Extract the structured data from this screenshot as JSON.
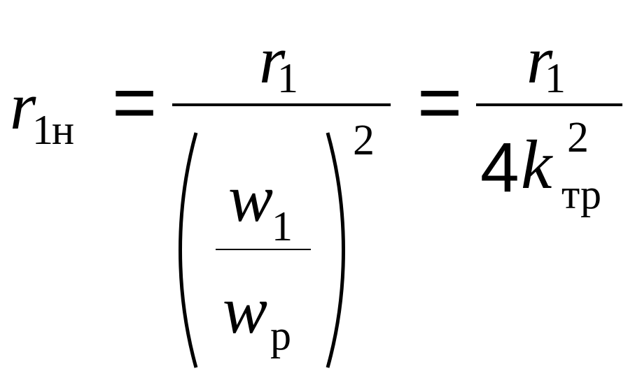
{
  "formula": {
    "lhs": {
      "symbol": "r",
      "subscript_index": "1",
      "subscript_text": "н"
    },
    "equals_sign": "=",
    "fraction1": {
      "numerator": {
        "symbol": "r",
        "subscript": "1"
      },
      "denominator": {
        "inner_fraction": {
          "numerator": {
            "symbol": "w",
            "subscript": "1"
          },
          "denominator": {
            "symbol": "w",
            "subscript": "p"
          }
        },
        "exponent": "2"
      }
    },
    "fraction2": {
      "numerator": {
        "symbol": "r",
        "subscript": "1"
      },
      "denominator": {
        "coefficient": "4",
        "symbol": "k",
        "exponent": "2",
        "subscript": "тр"
      }
    }
  }
}
